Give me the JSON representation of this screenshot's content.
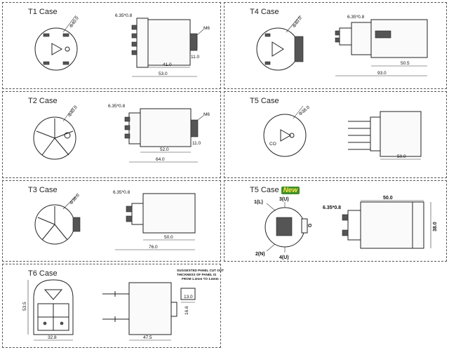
{
  "panels": {
    "t1": {
      "title": "T1 Case",
      "diameter": "Φ40.0",
      "pin_size": "6.35*0.8",
      "thread": "M6",
      "dim_inner": "41.0",
      "dim_outer": "53.0",
      "dim_stud": "11.0"
    },
    "t2": {
      "title": "T2 Case",
      "diameter": "Φ40.0",
      "pin_size": "6.35*0.8",
      "thread": "M6",
      "dim_inner": "52.0",
      "dim_outer": "64.0",
      "dim_stud": "11.0"
    },
    "t3": {
      "title": "T3 Case",
      "diameter": "Φ38.0",
      "pin_size": "6.35*0.8",
      "dim_inner": "50.0",
      "dim_outer": "76.0"
    },
    "t4": {
      "title": "T4 Case",
      "diameter": "Φ40.0",
      "pin_size": "6.35*0.8",
      "dim_inner": "50.5",
      "dim_outer": "93.0"
    },
    "t5": {
      "title": "T5 Case",
      "diameter": "Φ38.0",
      "dim_length": "50.0"
    },
    "t5new": {
      "title": "T5 Case",
      "badge": "New",
      "pin1": "1(L)",
      "pin2": "2(N)",
      "pin3": "3(U)",
      "pin4": "4(U)",
      "ground": "G",
      "pin_size": "6.35*0.8",
      "dim_length": "50.0",
      "dim_height": "38.0"
    },
    "t6": {
      "title": "T6 Case",
      "note_line1": "SUGGESTED PANEL CUT OUT",
      "note_line2": "THICKNESS OF PANEL IS",
      "note_line3": "FROM 1.2mm TO 1.6mm",
      "dim_cut_w": "13.0",
      "dim_cut_h": "16.6",
      "dim_height": "53.5",
      "dim_width": "32.8",
      "dim_length": "47.5"
    }
  },
  "colors": {
    "badge_bg": "#3f8f2a",
    "badge_text": "#ffe94a",
    "border": "#555555"
  }
}
